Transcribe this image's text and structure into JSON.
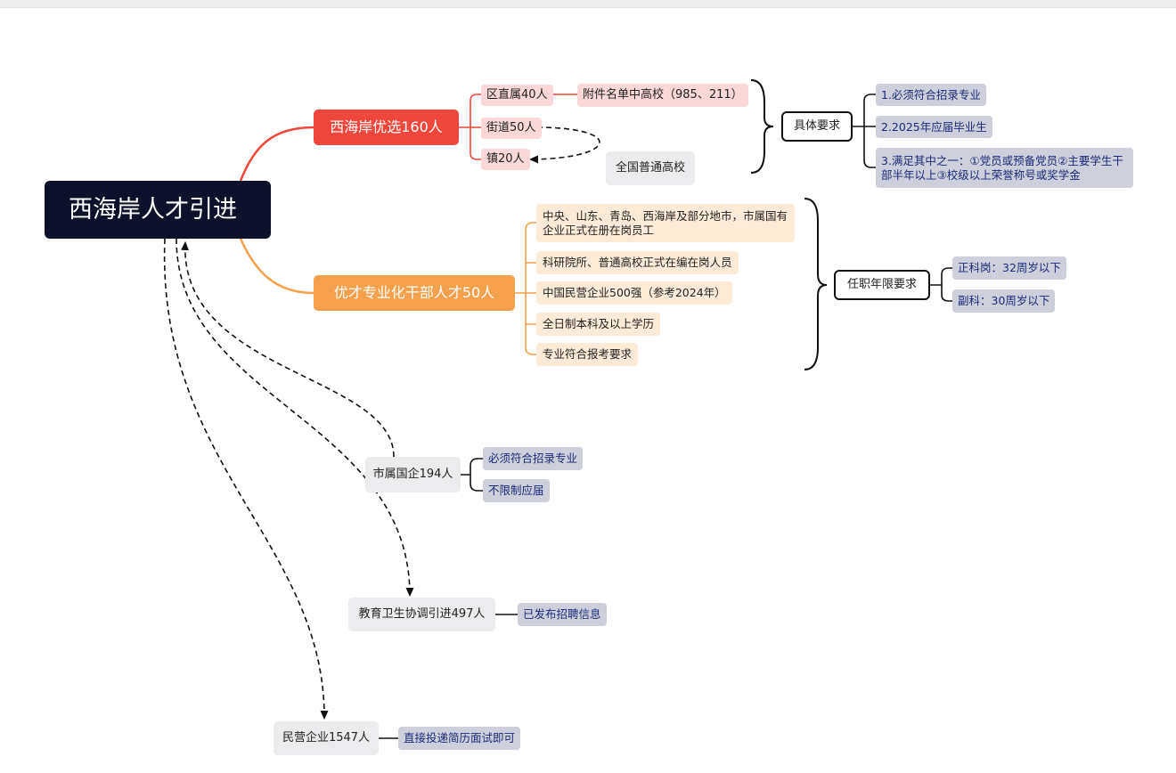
{
  "root": {
    "title": "西海岸人才引进"
  },
  "branch1": {
    "title": "西海岸优选160人",
    "items": {
      "a": "区直属40人",
      "b": "街道50人",
      "c": "镇20人"
    },
    "attachment": "附件名单中高校（985、211）",
    "national": "全国普通高校",
    "req_title": "具体要求",
    "reqs": [
      "1.必须符合招录专业",
      "2.2025年应届毕业生",
      "3.满足其中之一：①党员或预备党员②主要学生干部半年以上③校级以上荣誉称号或奖学金"
    ]
  },
  "branch2": {
    "title": "优才专业化干部人才50人",
    "items": [
      "中央、山东、青岛、西海岸及部分地市，市属国有企业正式在册在岗员工",
      "科研院所、普通高校正式在编在岗人员",
      "中国民营企业500强（参考2024年）",
      "全日制本科及以上学历",
      "专业符合报考要求"
    ],
    "age_title": "任职年限要求",
    "ages": [
      "正科岗：32周岁以下",
      "副科：30周岁以下"
    ]
  },
  "soe": {
    "title": "市属国企194人",
    "reqs": [
      "必须符合招录专业",
      "不限制应届"
    ]
  },
  "edu": {
    "title": "教育卫生协调引进497人",
    "note": "已发布招聘信息"
  },
  "private": {
    "title": "民营企业1547人",
    "note": "直接投递简历面试即可"
  }
}
